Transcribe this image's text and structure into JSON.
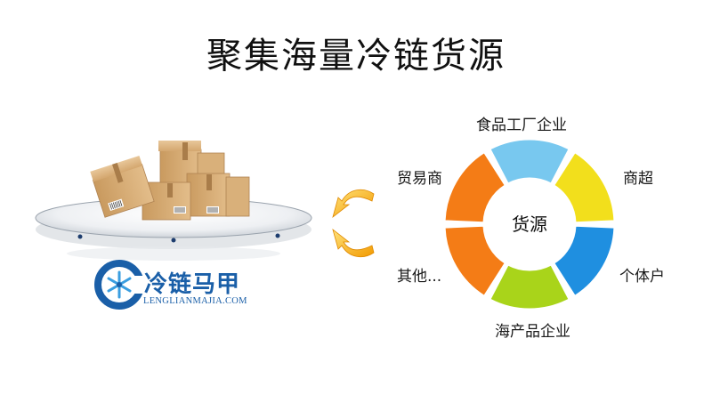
{
  "title": "聚集海量冷链货源",
  "center": "货源",
  "segments": [
    {
      "label": "食品工厂企业",
      "color": "#78c8ef"
    },
    {
      "label": "商超",
      "color": "#f2df1c"
    },
    {
      "label": "个体户",
      "color": "#1f8fe0"
    },
    {
      "label": "海产品企业",
      "color": "#a9d41a"
    },
    {
      "label": "其他...",
      "color": "#f47c16"
    },
    {
      "label": "贸易商",
      "color": "#f47c16"
    }
  ],
  "logo": {
    "name": "冷链马甲",
    "url": "LENGLIANMAJIA.COM",
    "color": "#1a5fa8"
  },
  "arrow_color": "#f5b800"
}
